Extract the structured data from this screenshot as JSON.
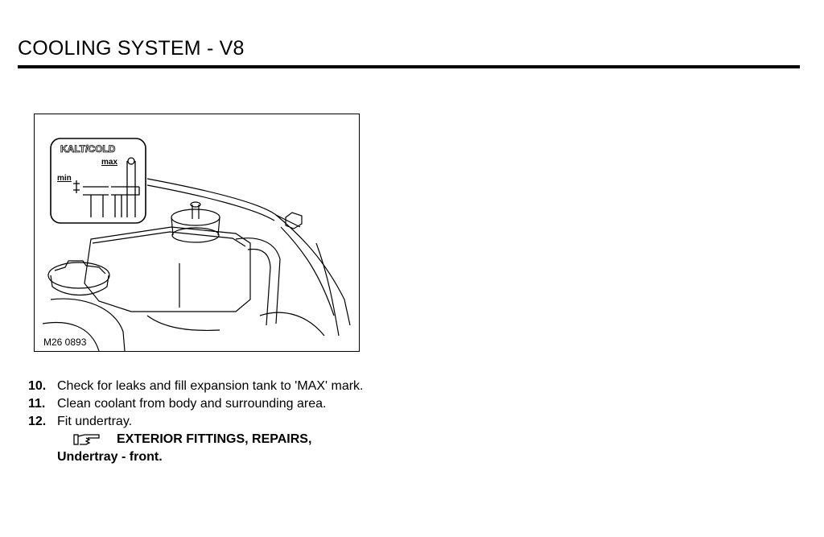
{
  "header": {
    "title": "COOLING SYSTEM - V8"
  },
  "figure": {
    "reference": "M26 0893",
    "inset": {
      "level_label": "KALT/COLD",
      "max_label": "max",
      "min_label": "min"
    }
  },
  "steps": [
    {
      "number": "10.",
      "text": "Check for leaks and fill expansion tank to 'MAX' mark."
    },
    {
      "number": "11.",
      "text": "Clean coolant from body and surrounding area."
    },
    {
      "number": "12.",
      "text": "Fit undertray."
    }
  ],
  "cross_reference": {
    "icon": "pointing-hand-icon",
    "title": "EXTERIOR FITTINGS, REPAIRS,",
    "subtitle": "Undertray - front."
  }
}
